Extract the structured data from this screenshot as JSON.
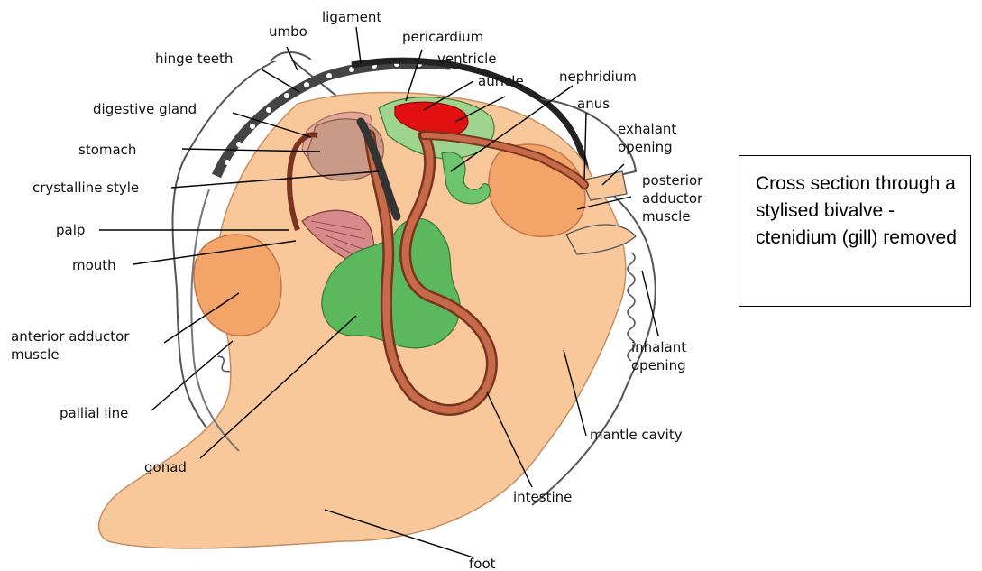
{
  "caption": "Cross section through a stylised bivalve - ctenidium (gill) removed",
  "labels": {
    "umbo": "umbo",
    "ligament": "ligament",
    "pericardium": "pericardium",
    "ventricle": "ventricle",
    "auricle": "auricle",
    "nephridium": "nephridium",
    "hinge_teeth": "hinge teeth",
    "digestive_gland": "digestive gland",
    "anus": "anus",
    "exhalant_1": "exhalant",
    "exhalant_2": "opening",
    "stomach": "stomach",
    "crystalline_style": "crystalline style",
    "posterior_1": "posterior",
    "posterior_2": "adductor",
    "posterior_3": "muscle",
    "palp": "palp",
    "mouth": "mouth",
    "anterior_1": "anterior adductor",
    "anterior_2": "muscle",
    "inhalant_1": "inhalant",
    "inhalant_2": "opening",
    "pallial_line": "pallial line",
    "mantle_cavity": "mantle cavity",
    "gonad": "gonad",
    "intestine": "intestine",
    "foot": "foot"
  },
  "colors": {
    "body_tissue": "#f8c79a",
    "adductor_muscle": "#f3a468",
    "gonad": "#5cb85c",
    "intestine": "#b4573a",
    "stomach": "#c99a86",
    "palp": "#d68a8a",
    "heart": "#e01010",
    "shell_outline": "#555555"
  }
}
